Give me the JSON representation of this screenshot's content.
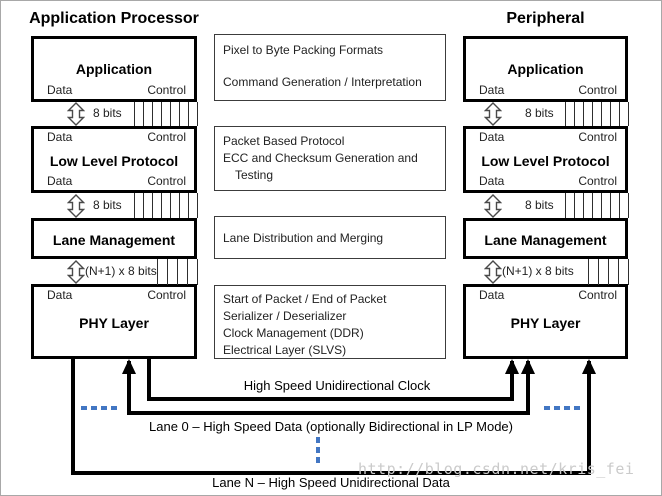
{
  "headings": {
    "left": "Application Processor",
    "right": "Peripheral"
  },
  "stack_boxes": {
    "application": {
      "title": "Application"
    },
    "low_level_protocol": {
      "title": "Low Level Protocol"
    },
    "lane_management": {
      "title": "Lane Management"
    },
    "phy_layer": {
      "title": "PHY Layer"
    }
  },
  "port_labels": {
    "data": "Data",
    "control": "Control"
  },
  "bus_labels": {
    "byte_bus": "8 bits",
    "lane_bus": "(N+1) x 8 bits"
  },
  "middle": {
    "boxes": [
      {
        "lines": [
          "Pixel to Byte Packing Formats",
          "",
          "Command Generation / Interpretation"
        ]
      },
      {
        "lines": [
          "Packet Based Protocol",
          "ECC and Checksum Generation and",
          "Testing"
        ]
      },
      {
        "lines": [
          "Lane Distribution and Merging"
        ]
      },
      {
        "lines": [
          "Start of Packet / End of Packet",
          "Serializer / Deserializer",
          "Clock Management (DDR)",
          "Electrical Layer (SLVS)"
        ]
      }
    ]
  },
  "signals": {
    "clock": "High Speed Unidirectional Clock",
    "lane0": "Lane 0 – High Speed Data (optionally Bidirectional in LP Mode)",
    "laneN": "Lane N – High Speed Unidirectional Data"
  },
  "watermark": "http://blog.csdn.net/kris_fei",
  "colors": {
    "line_black": "#000000",
    "accent_blue": "#4276C3",
    "watermark_gray": "#CBCBCB"
  }
}
